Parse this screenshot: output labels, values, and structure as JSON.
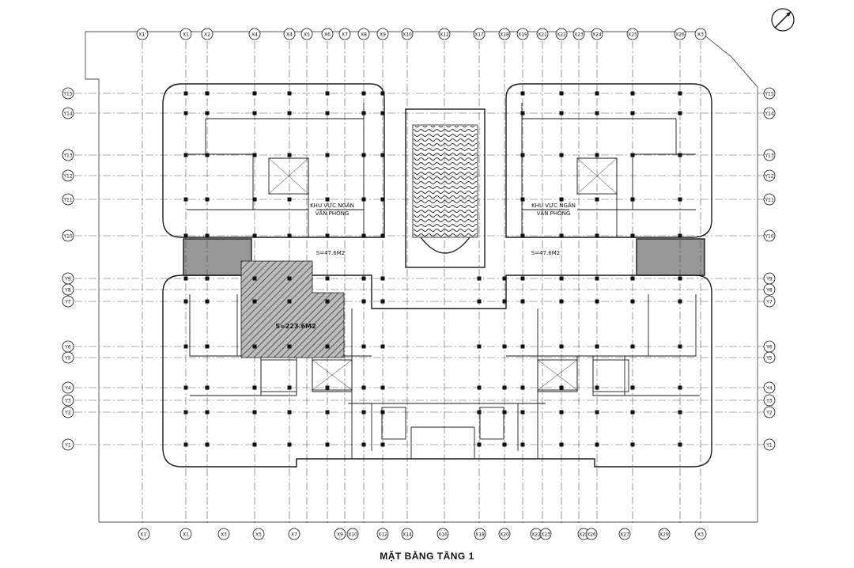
{
  "drawing": {
    "title": "MẶT BẰNG  TẦNG 1",
    "line_color": "#1a1a1a",
    "hatch_color": "#555555",
    "north_arrow_icon": "north-arrow-icon"
  },
  "grid": {
    "top_labels": [
      "X1'",
      "X1",
      "X2",
      "X4",
      "X4",
      "X5",
      "X6",
      "X7",
      "X8",
      "X9",
      "X10",
      "X12",
      "X17",
      "X18",
      "X19",
      "X21",
      "X22",
      "X23",
      "X24",
      "X25",
      "X26",
      "X3"
    ],
    "bottom_labels": [
      "X1'",
      "X1",
      "X3",
      "X5",
      "X7",
      "X9",
      "X10",
      "X12",
      "X14",
      "X16",
      "X18",
      "X20",
      "X22",
      "X23",
      "X25",
      "X26",
      "X27",
      "X29",
      "X3"
    ],
    "left_labels": [
      "Y15",
      "Y14",
      "Y13",
      "Y12",
      "Y11",
      "Y10",
      "Y9",
      "Y8",
      "Y7",
      "Y6",
      "Y5",
      "Y4",
      "Y3",
      "Y2",
      "Y1"
    ],
    "right_labels": [
      "Y15",
      "Y14",
      "Y13",
      "Y12",
      "Y11",
      "Y10",
      "Y9",
      "Y8",
      "Y7",
      "Y6",
      "Y5",
      "Y4",
      "Y3",
      "Y2",
      "Y1"
    ]
  },
  "labels": {
    "office_zone_left": "KHU VỰC NGÂN",
    "office_zone_left_2": "VĂN PHÒNG",
    "office_zone_right": "KHU VỰC NGÂN",
    "office_zone_right_2": "VĂN PHÒNG",
    "area_left": "S=47.6M2",
    "area_right": "S=47.6M2",
    "area_hatched": "S=223.6M2"
  }
}
